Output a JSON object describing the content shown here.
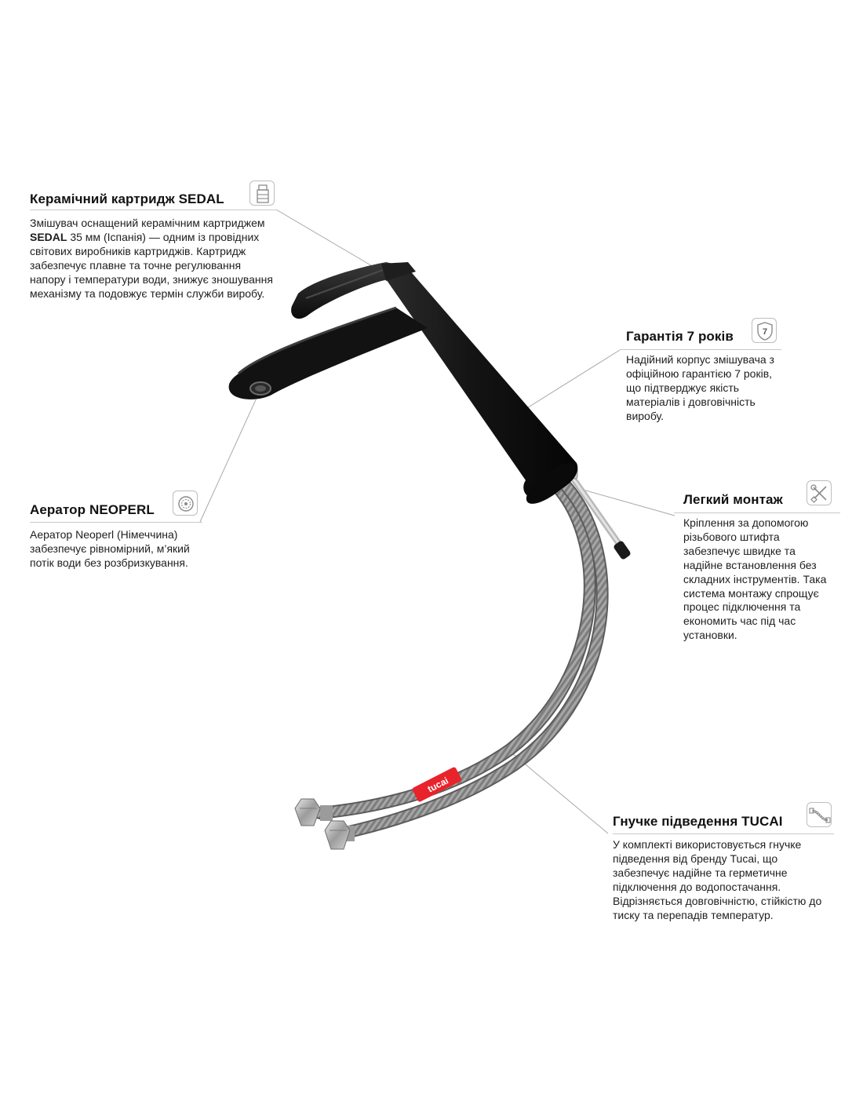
{
  "callouts": {
    "cartridge": {
      "title": "Керамічний картридж SEDAL",
      "icon": "cartridge-icon",
      "text_pre": "Змішувач оснащений керамічним картриджем ",
      "text_bold": "SEDAL",
      "text_post": " 35 мм (Іспанія) — одним із провідних світових виробників картриджів. Картридж забезпечує плавне та точне регулювання напору і температури води, знижує зношування механізму та подовжує термін служби виробу."
    },
    "warranty": {
      "title": "Гарантія 7 років",
      "icon": "warranty-shield-icon",
      "badge_number": "7",
      "text": "Надійний корпус змішувача з офіційною гарантією 7 років, що підтверджує якість матеріалів і довговічність виробу."
    },
    "aerator": {
      "title": "Аератор NEOPERL",
      "icon": "aerator-icon",
      "text": "Аератор Neoperl (Німеччина) забезпечує рівномірний, м’який потік води без розбризкування."
    },
    "mounting": {
      "title": "Легкий монтаж",
      "icon": "tools-icon",
      "text": "Кріплення за допомогою різьбового штифта забезпечує швидке та надійне встановлення без складних інструментів. Така система монтажу спрощує процес підключення та економить час під час установки."
    },
    "hoses": {
      "title": "Гнучке підведення TUCAI",
      "icon": "braided-hose-icon",
      "text": "У комплекті використовується гнучке підведення від бренду Tucai, що забезпечує надійне та герметичне підключення до водопостачання. Відрізняється довговічністю, стійкістю до тиску та перепадів температур."
    }
  },
  "product": {
    "name": "black-basin-mixer-faucet",
    "hose_label": "tucai",
    "colors": {
      "body": "#141414",
      "hose": "#9a9a9a",
      "hose_label": "#e8232b",
      "nut": "#bdbdbd",
      "leader": "#a8a8a8"
    }
  }
}
